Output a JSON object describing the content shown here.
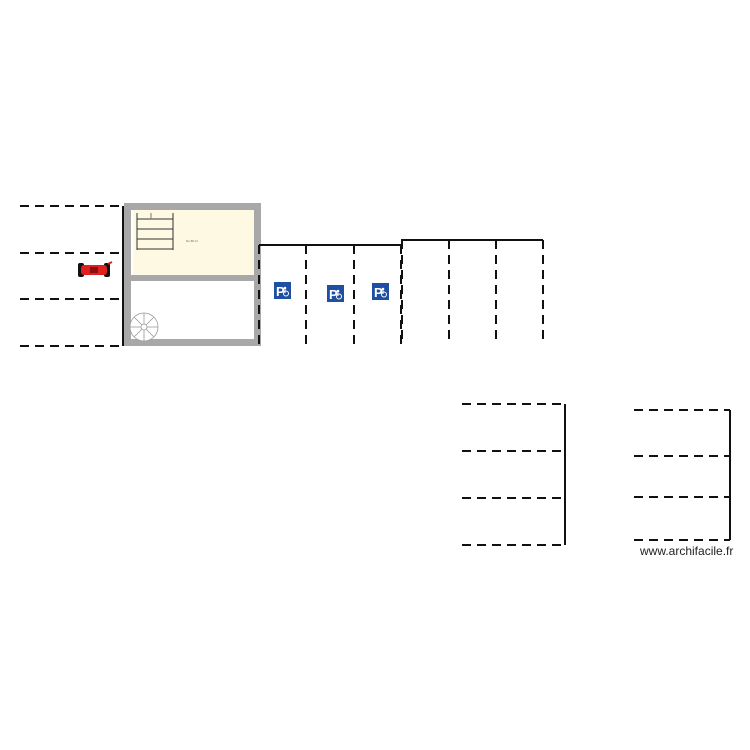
{
  "plan": {
    "room_label": "Nv ## m²",
    "accessible_parking_sign": {
      "letter": "P",
      "icon": "wheelchair-icon",
      "count": 3,
      "color": "#1f4fa3"
    },
    "colors": {
      "wall": "#a8a8a8",
      "room_fill": "#fdf9e3",
      "lines": "#111111",
      "vehicle": "#e02020"
    },
    "icons": [
      "stair-icon",
      "staircase-spiral-icon",
      "atv-vehicle-icon",
      "wheelchair-icon"
    ]
  },
  "watermark": "www.archifacile.fr"
}
